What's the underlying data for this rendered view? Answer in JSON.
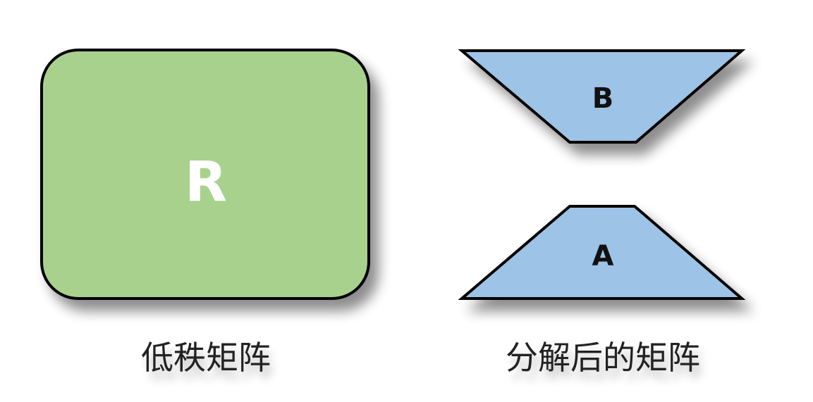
{
  "colors": {
    "matrix_r_fill": "#a9d18e",
    "matrix_ab_fill": "#9dc3e6",
    "outline": "#000000",
    "label_r": "#ffffff",
    "label_ab": "#111111",
    "caption": "#222222"
  },
  "low_rank_matrix": {
    "label": "R",
    "caption": "低秩矩阵"
  },
  "decomposed": {
    "matrix_b_label": "B",
    "matrix_a_label": "A",
    "caption": "分解后的矩阵"
  }
}
